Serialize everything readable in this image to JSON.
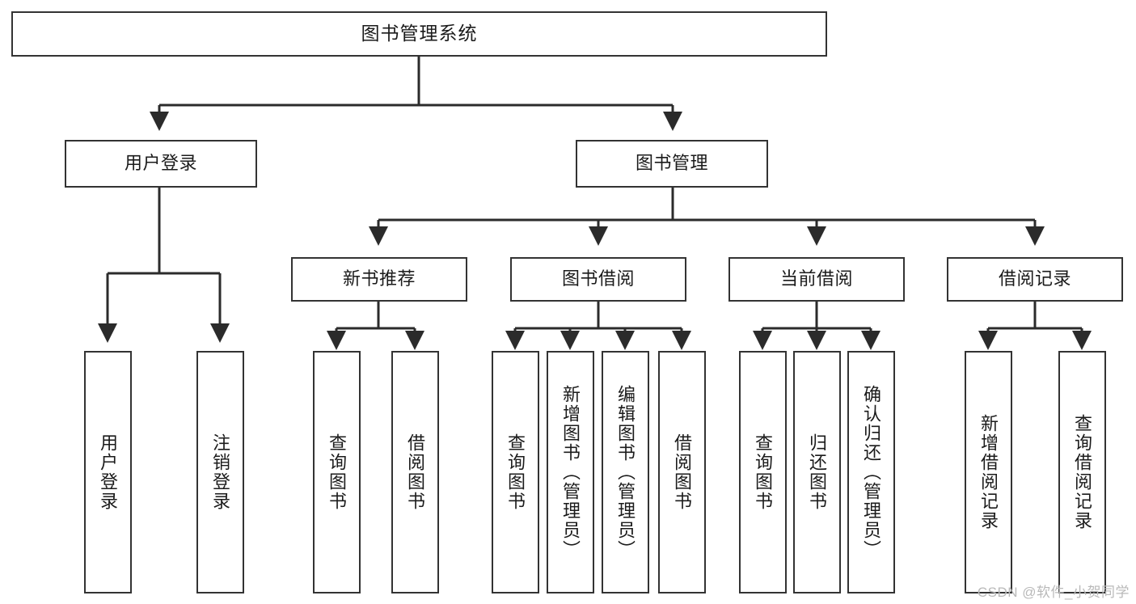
{
  "diagram": {
    "title_node": {
      "label": "图书管理系统"
    },
    "level2": [
      {
        "id": "user-login",
        "label": "用户登录"
      },
      {
        "id": "book-management",
        "label": "图书管理"
      }
    ],
    "level3": [
      {
        "id": "new-book-recommend",
        "label": "新书推荐"
      },
      {
        "id": "book-borrow",
        "label": "图书借阅"
      },
      {
        "id": "current-borrow",
        "label": "当前借阅"
      },
      {
        "id": "borrow-record",
        "label": "借阅记录"
      }
    ],
    "leaves": {
      "user_login": [
        {
          "id": "leaf-user-login",
          "label": "用户登录"
        },
        {
          "id": "leaf-logout-login",
          "label": "注销登录"
        }
      ],
      "new_book_recommend": [
        {
          "id": "leaf-query-book-1",
          "label": "查询图书"
        },
        {
          "id": "leaf-borrow-book-1",
          "label": "借阅图书"
        }
      ],
      "book_borrow": [
        {
          "id": "leaf-query-book-2",
          "label": "查询图书"
        },
        {
          "id": "leaf-add-book",
          "label": "新增图书（管理员）"
        },
        {
          "id": "leaf-edit-book",
          "label": "编辑图书（管理员）"
        },
        {
          "id": "leaf-borrow-book-2",
          "label": "借阅图书"
        }
      ],
      "current_borrow": [
        {
          "id": "leaf-query-book-3",
          "label": "查询图书"
        },
        {
          "id": "leaf-return-book",
          "label": "归还图书"
        },
        {
          "id": "leaf-confirm-return",
          "label": "确认归还（管理员）"
        }
      ],
      "borrow_record": [
        {
          "id": "leaf-add-record",
          "label": "新增借阅记录"
        },
        {
          "id": "leaf-query-record",
          "label": "查询借阅记录"
        }
      ]
    },
    "watermark": "CSDN @软件_小贺同学",
    "colors": {
      "stroke": "#333333",
      "background": "#ffffff",
      "text": "#1b1b1b",
      "watermark": "#b9b9b9"
    }
  }
}
